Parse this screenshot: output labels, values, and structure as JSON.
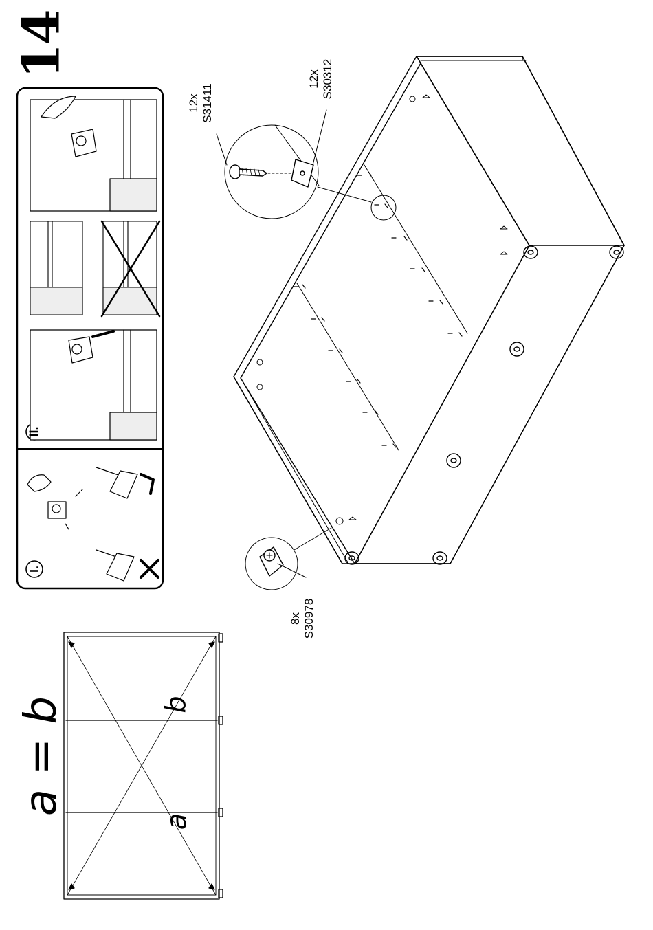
{
  "step": {
    "number": "14"
  },
  "parts": [
    {
      "qty": "12x",
      "code": "S31411"
    },
    {
      "qty": "12x",
      "code": "S30312"
    },
    {
      "qty": "8x",
      "code": "S30978"
    }
  ],
  "inset": {
    "panel_1": "I.",
    "panel_2": "II."
  },
  "diagonal_check": {
    "equation": "a = b",
    "label_a": "a",
    "label_b": "b"
  }
}
